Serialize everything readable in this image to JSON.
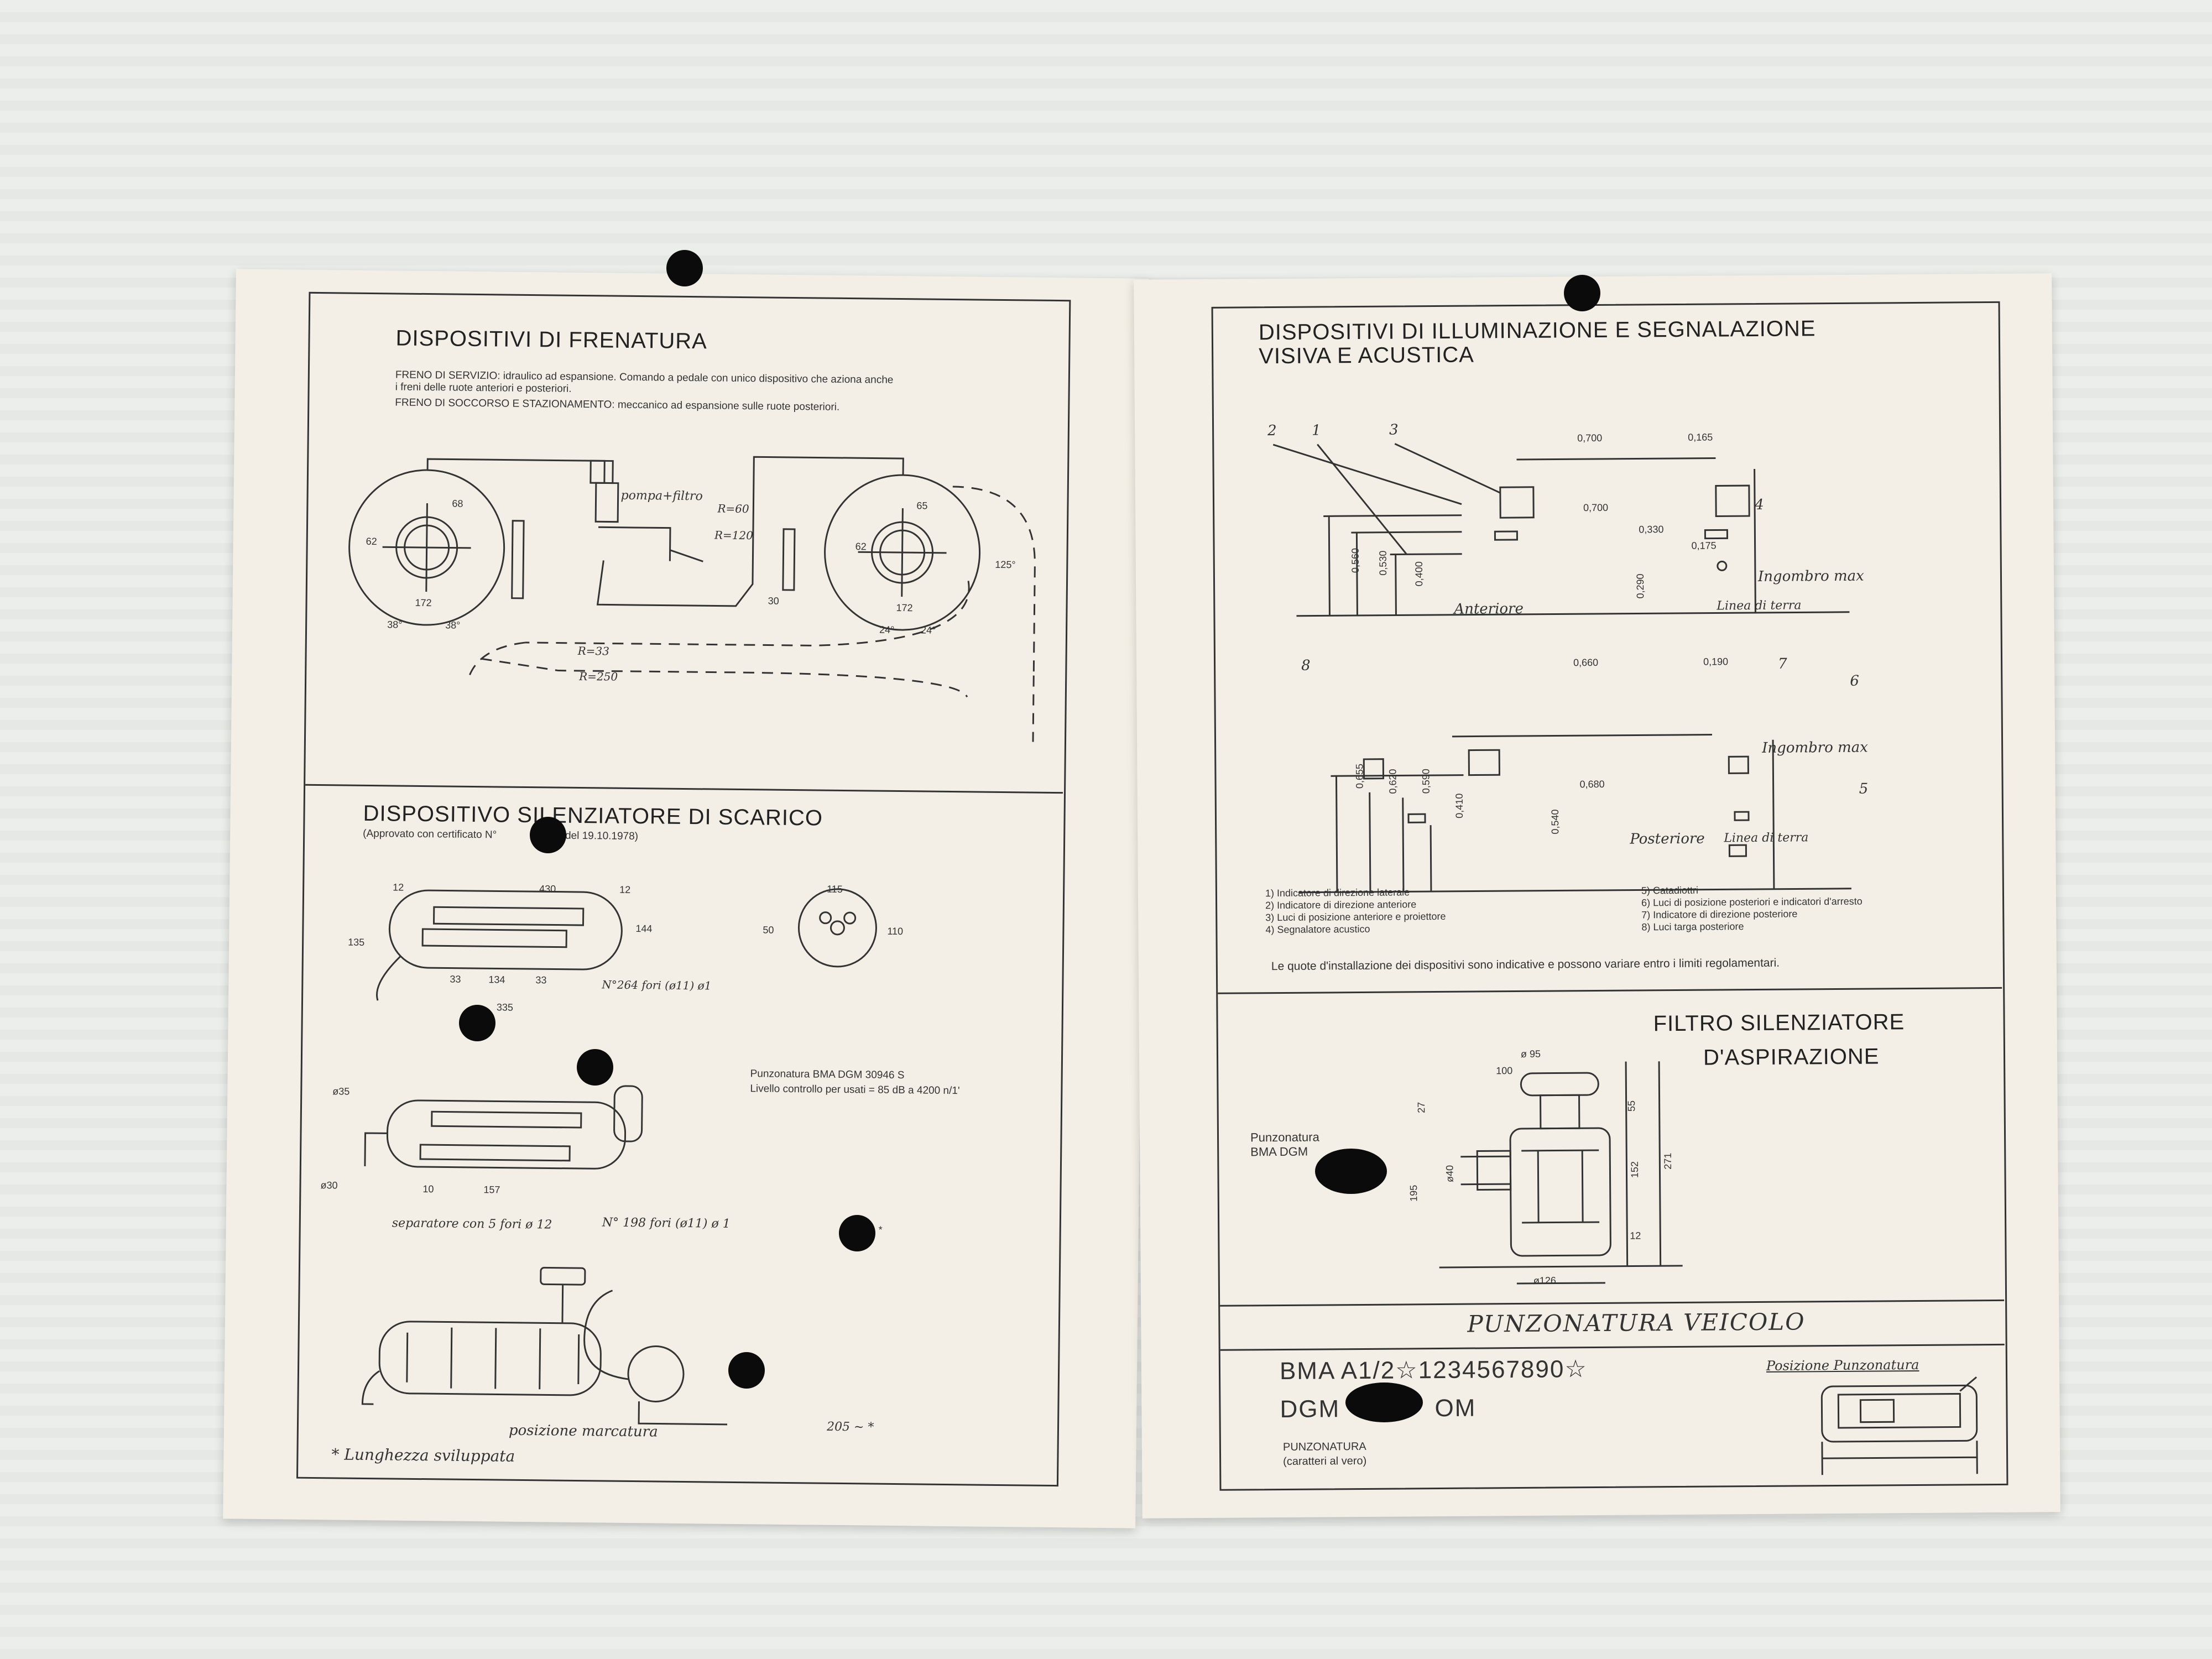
{
  "left_page": {
    "brake": {
      "title": "DISPOSITIVI DI FRENATURA",
      "service": "FRENO DI SERVIZIO: idraulico ad espansione. Comando a pedale con unico dispositivo che aziona anche",
      "service_2": "i freni delle ruote anteriori e posteriori.",
      "parking": "FRENO DI SOCCORSO E STAZIONAMENTO: meccanico ad espansione sulle ruote posteriori.",
      "labels": {
        "pump": "pompa+filtro",
        "r_a": "R=60",
        "r_b": "R=120",
        "r_c": "R=33",
        "r_d": "R=250",
        "d1": "68",
        "d2": "62",
        "d3": "62",
        "d4": "172",
        "d5": "38°",
        "d6": "38°",
        "d7": "65",
        "d8": "172",
        "d9": "24°",
        "d10": "24°",
        "d11": "30",
        "d12": "125°"
      }
    },
    "exhaust": {
      "title": "DISPOSITIVO SILENZIATORE DI SCARICO",
      "approval": "(Approvato con certificato N°",
      "approval_tail": "8 del 19.10.1978)",
      "punch": "Punzonatura BMA DGM 30946 S",
      "level": "Livello controllo per usati = 85 dB a 4200 n/1'",
      "labels": {
        "l430": "430",
        "l12a": "12",
        "l12b": "12",
        "l135": "135",
        "l144": "144",
        "l33a": "33",
        "l134": "134",
        "l33b": "33",
        "holes1": "N°264 fori (ø11) ø1",
        "l335": "335",
        "l115": "115",
        "l50": "50",
        "l110": "110",
        "l35": "ø35",
        "l30": "ø30",
        "l10": "10",
        "l157": "157",
        "sep": "separatore con 5 fori ø 12",
        "holes2": "N° 198 fori (ø11) ø 1",
        "l205": "205 ~ *",
        "star": "*",
        "marcatura": "posizione marcatura",
        "lunghezza": "* Lunghezza sviluppata"
      }
    }
  },
  "right_page": {
    "lights": {
      "title_1": "DISPOSITIVI DI ILLUMINAZIONE E SEGNALAZIONE",
      "title_2": "VISIVA E ACUSTICA",
      "front": {
        "n1": "1",
        "n2": "2",
        "n3": "3",
        "n4": "4",
        "w1": "0,700",
        "w2": "0,165",
        "w3": "0,700",
        "w4": "0,330",
        "w5": "0,175",
        "h1": "0,560",
        "h2": "0,530",
        "h3": "0,400",
        "h4": "0,290",
        "anteriore": "Anteriore",
        "linea": "Linea di terra",
        "ingombro": "Ingombro max"
      },
      "rear": {
        "n5": "5",
        "n6": "6",
        "n7": "7",
        "n8": "8",
        "w1": "0,660",
        "w2": "0,190",
        "w3": "0,680",
        "h1": "0,655",
        "h2": "0,620",
        "h3": "0,590",
        "h4": "0,410",
        "h5": "0,540",
        "posteriore": "Posteriore",
        "linea": "Linea di terra",
        "ingombro": "Ingombro max"
      },
      "legend_left": [
        "1) Indicatore di direzione laterale",
        "2) Indicatore di direzione anteriore",
        "3) Luci di posizione anteriore e proiettore",
        "4) Segnalatore acustico"
      ],
      "legend_right": [
        "5) Catadiottri",
        "6) Luci di posizione posteriori e indicatori d'arresto",
        "7) Indicatore di direzione posteriore",
        "8) Luci targa posteriore"
      ],
      "note": "Le quote d'installazione dei dispositivi sono indicative e possono variare entro i limiti regolamentari."
    },
    "filter": {
      "title_1": "FILTRO SILENZIATORE",
      "title_2": "D'ASPIRAZIONE",
      "punz_1": "Punzonatura",
      "punz_2": "BMA DGM",
      "d95": "ø 95",
      "d100": "100",
      "d27": "27",
      "d40": "ø40",
      "d195": "195",
      "d55": "55",
      "d152": "152",
      "d271": "271",
      "d12": "12",
      "d126": "ø126"
    },
    "vehicle": {
      "title": "PUNZONATURA VEICOLO",
      "line1": "BMA A1/2☆1234567890☆",
      "line2_a": "DGM",
      "line2_b": "OM",
      "caption_1": "PUNZONATURA",
      "caption_2": "(caratteri al vero)",
      "posizione": "Posizione Punzonatura"
    }
  }
}
